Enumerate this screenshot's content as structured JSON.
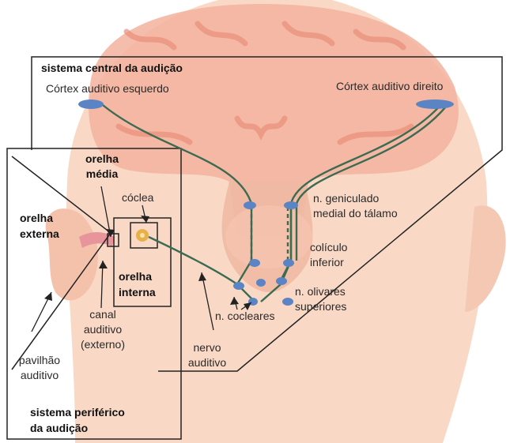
{
  "labels": {
    "central_system": "sistema central da audição",
    "left_cortex": "Córtex auditivo esquerdo",
    "right_cortex": "Córtex auditivo  direito",
    "middle_ear_1": "orelha",
    "middle_ear_2": "média",
    "cochlea": "cóclea",
    "outer_ear_1": "orelha",
    "outer_ear_2": "externa",
    "inner_ear_1": "orelha",
    "inner_ear_2": "interna",
    "geniculate_1": "n. geniculado",
    "geniculate_2": "medial do tálamo",
    "colliculus_1": "colículo",
    "colliculus_2": "inferior",
    "olivary_1": "n. olivares",
    "olivary_2": "superiores",
    "cochlear_nuclei": "n. cocleares",
    "ear_canal_1": "canal",
    "ear_canal_2": "auditivo",
    "ear_canal_3": "(externo)",
    "pinna_1": "pavilhão",
    "pinna_2": "auditivo",
    "nerve_1": "nervo",
    "nerve_2": "auditivo",
    "peripheral_system_1": "sistema periférico",
    "peripheral_system_2": "da audição"
  },
  "colors": {
    "skin": "#f9d9c6",
    "brain": "#f3b19e",
    "brain_fold": "#e98f7a",
    "pathway": "#3d6b52",
    "nucleus": "#5b84c4",
    "frame": "#222222"
  }
}
